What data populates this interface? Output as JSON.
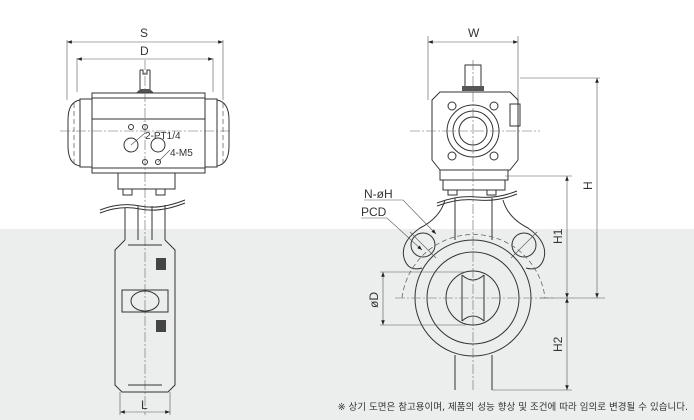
{
  "side_view": {
    "dim_S": "S",
    "dim_D": "D",
    "port_label": "2-PT1/4",
    "screw_label": "4-M5",
    "dim_L": "L"
  },
  "front_view": {
    "dim_W": "W",
    "dim_H": "H",
    "bolt_hole_label": "N-øH",
    "pcd_label": "PCD",
    "dim_H1": "H1",
    "dim_bore": "øD",
    "dim_H2": "H2"
  },
  "note": "※ 상기 도면은 참고용이며, 제품의 성능 향상 및 조건에 따라 임의로 변경될 수 있습니다."
}
